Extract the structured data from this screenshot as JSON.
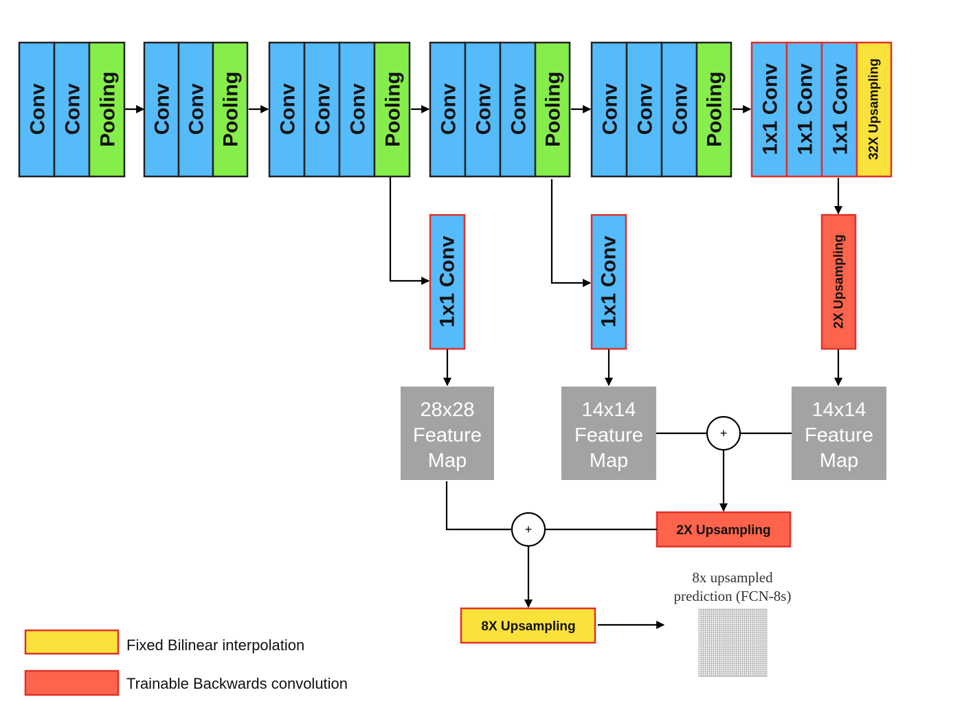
{
  "colors": {
    "conv": "#55bbfb",
    "pooling": "#86ee4a",
    "fixed": "#fbe23a",
    "trainable": "#fe644b",
    "feature_map": "#a3a3a3",
    "red_border": "#e0302a"
  },
  "layers": {
    "conv": "Conv",
    "pooling": "Pooling",
    "conv1x1": "1x1 Conv",
    "up32": "32X Upsampling",
    "up2": "2X Upsampling"
  },
  "feature_maps": {
    "fm28": [
      "28x28",
      "Feature",
      "Map"
    ],
    "fm14a": [
      "14x14",
      "Feature",
      "Map"
    ],
    "fm14b": [
      "14x14",
      "Feature",
      "Map"
    ]
  },
  "sum_symbol": "+",
  "up2_box": "2X Upsampling",
  "up8_box": "8X Upsampling",
  "prediction_label": [
    "8x upsampled",
    "prediction (FCN-8s)"
  ],
  "legend": {
    "fixed": "Fixed Bilinear interpolation",
    "trainable": "Trainable Backwards convolution"
  }
}
